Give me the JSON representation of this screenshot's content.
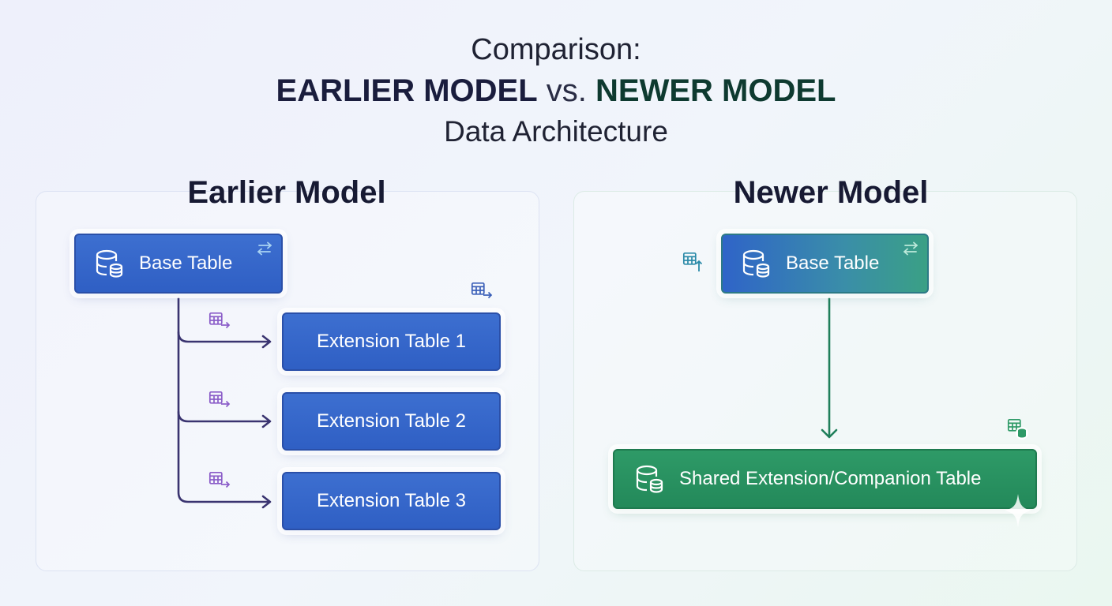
{
  "header": {
    "line1": "Comparison:",
    "earlier": "EARLIER MODEL",
    "vs": " vs. ",
    "newer": "NEWER MODEL",
    "line3": "Data Architecture"
  },
  "earlier_model": {
    "heading": "Earlier Model",
    "base_table": "Base Table",
    "extension_tables": [
      "Extension Table 1",
      "Extension Table 2",
      "Extension Table 3"
    ]
  },
  "newer_model": {
    "heading": "Newer Model",
    "base_table": "Base Table",
    "shared_table": "Shared Extension/Companion Table"
  },
  "colors": {
    "blue_box": "#2f5fc4",
    "green_box": "#23895a",
    "left_connector": "#3a3470",
    "right_connector": "#1f7f5a",
    "table_icon_purple": "#8a5cc8",
    "table_icon_teal": "#2a8aa8",
    "table_icon_green": "#2e9a67"
  },
  "icons": {
    "database": "database-icon",
    "swap": "swap-arrows-icon",
    "table_export": "table-export-icon",
    "table_import": "table-import-icon",
    "table_db": "table-database-icon",
    "sparkle": "sparkle-icon"
  }
}
